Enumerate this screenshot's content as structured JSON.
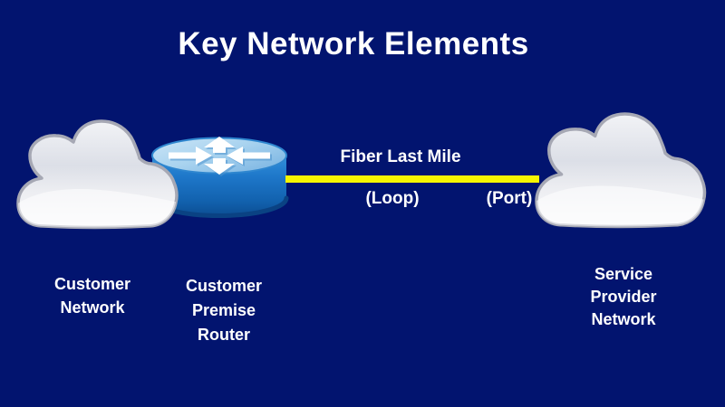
{
  "slide": {
    "title": "Key Network Elements",
    "background_color": "#02146F",
    "text_color": "#FFFFFF"
  },
  "link": {
    "label": "Fiber Last Mile",
    "left_end_label": "(Loop)",
    "right_end_label": "(Port)",
    "color": "#F7F500"
  },
  "nodes": {
    "customer_network": {
      "icon": "cloud-icon",
      "label_lines": [
        "Customer",
        "Network"
      ]
    },
    "customer_premise_router": {
      "icon": "router-icon",
      "label_lines": [
        "Customer",
        "Premise",
        "Router"
      ]
    },
    "service_provider_network": {
      "icon": "cloud-icon",
      "label_lines": [
        "Service",
        "Provider",
        "Network"
      ]
    }
  },
  "colors": {
    "cloud_fill": "#EDEEF2",
    "cloud_border": "#A6A8B4",
    "router_top": "#A9D3EF",
    "router_body": "#1A70C0",
    "router_rim": "#0A4283",
    "arrow": "#FFFFFF"
  }
}
